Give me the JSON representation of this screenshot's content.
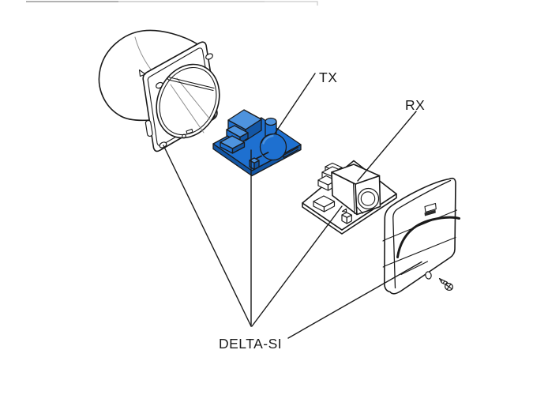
{
  "figure": {
    "labels": {
      "tx": "TX",
      "rx": "RX",
      "product": "DELTA-SI"
    }
  },
  "colors": {
    "line": "#1a1a1a",
    "tx_blue": "#1e70d0",
    "tx_blue_dark": "#1356a5",
    "tx_blue_light": "#4e93de",
    "background": "#ffffff"
  }
}
